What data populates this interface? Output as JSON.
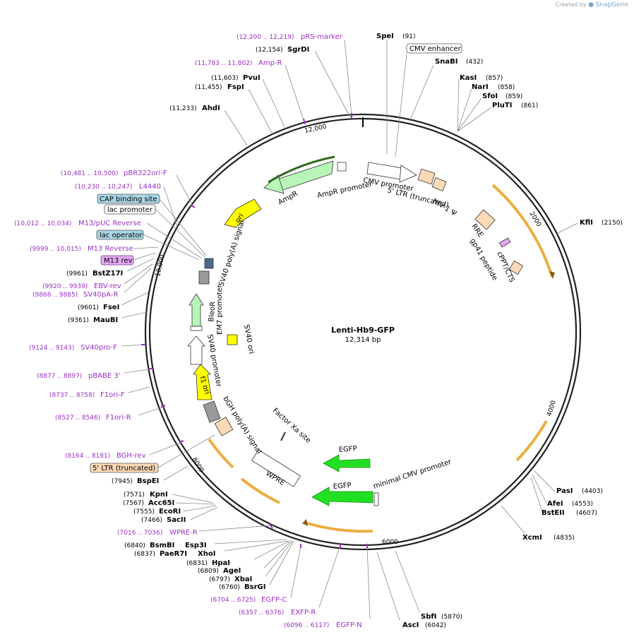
{
  "credit": {
    "prefix": "Created by",
    "brand": "SnapGene"
  },
  "map": {
    "name": "Lenti-Hb9-GFP",
    "length": "12,314 bp",
    "total_bp": 12314
  },
  "ticks": [
    "2000",
    "4000",
    "6000",
    "8000",
    "10,000",
    "12,000"
  ],
  "enzymes_right": [
    {
      "name": "SpeI",
      "pos": "(91)"
    },
    {
      "name": "SnaBI",
      "pos": "(432)"
    },
    {
      "name": "KasI",
      "pos": "(857)"
    },
    {
      "name": "NarI",
      "pos": "(858)"
    },
    {
      "name": "SfoI",
      "pos": "(859)"
    },
    {
      "name": "PluTI",
      "pos": "(861)"
    },
    {
      "name": "KflI",
      "pos": "(2150)"
    },
    {
      "name": "PasI",
      "pos": "(4403)"
    },
    {
      "name": "AfeI",
      "pos": "(4553)"
    },
    {
      "name": "BstEII",
      "pos": "(4607)"
    },
    {
      "name": "XcmI",
      "pos": "(4835)"
    },
    {
      "name": "SbfI",
      "pos": "(5870)"
    },
    {
      "name": "AscI",
      "pos": "(6042)"
    }
  ],
  "enzymes_left": [
    {
      "name": "SgrDI",
      "pos": "(12,154)"
    },
    {
      "name": "PvuI",
      "pos": "(11,603)"
    },
    {
      "name": "FspI",
      "pos": "(11,455)"
    },
    {
      "name": "AhdI",
      "pos": "(11,233)"
    },
    {
      "name": "BstZ17I",
      "pos": "(9961)"
    },
    {
      "name": "FseI",
      "pos": "(9601)"
    },
    {
      "name": "MauBI",
      "pos": "(9361)"
    },
    {
      "name": "BspEI",
      "pos": "(7945)"
    },
    {
      "name": "KpnI",
      "pos": "(7571)"
    },
    {
      "name": "Acc65I",
      "pos": "(7567)"
    },
    {
      "name": "EcoRI",
      "pos": "(7555)"
    },
    {
      "name": "SacII",
      "pos": "(7466)"
    },
    {
      "name": "BsmBI",
      "pos": "(6840)"
    },
    {
      "name": "Esp3I",
      "pos": ""
    },
    {
      "name": "PaeR7I",
      "pos": "(6837)"
    },
    {
      "name": "XhoI",
      "pos": ""
    },
    {
      "name": "HpaI",
      "pos": "(6831)"
    },
    {
      "name": "AgeI",
      "pos": "(6809)"
    },
    {
      "name": "XbaI",
      "pos": "(6797)"
    },
    {
      "name": "BsrGI",
      "pos": "(6760)"
    }
  ],
  "primers": [
    {
      "name": "pRS-marker",
      "range": "(12,200 .. 12,219)"
    },
    {
      "name": "Amp-R",
      "range": "(11,783 .. 11,802)"
    },
    {
      "name": "pBR322ori-F",
      "range": "(10,481 .. 10,500)"
    },
    {
      "name": "L4440",
      "range": "(10,230 .. 10,247)"
    },
    {
      "name": "M13/pUC Reverse",
      "range": "(10,012 .. 10,034)"
    },
    {
      "name": "M13 Reverse",
      "range": "(9999 .. 10,015)"
    },
    {
      "name": "EBV-rev",
      "range": "(9920 .. 9939)"
    },
    {
      "name": "SV40pA-R",
      "range": "(9866 .. 9885)"
    },
    {
      "name": "SV40pro-F",
      "range": "(9124 .. 9143)"
    },
    {
      "name": "pBABE 3'",
      "range": "(8877 .. 8897)"
    },
    {
      "name": "F1ori-F",
      "range": "(8737 .. 8758)"
    },
    {
      "name": "F1ori-R",
      "range": "(8527 .. 8546)"
    },
    {
      "name": "BGH-rev",
      "range": "(8164 .. 8181)"
    },
    {
      "name": "WPRE-R",
      "range": "(7016 .. 7036)"
    },
    {
      "name": "EGFP-C",
      "range": "(6704 .. 6725)"
    },
    {
      "name": "EXFP-R",
      "range": "(6357 .. 6376)"
    },
    {
      "name": "EGFP-N",
      "range": "(6096 .. 6117)"
    }
  ],
  "boxed_labels": [
    {
      "text": "CMV enhancer",
      "fill": "#ffffff",
      "stroke": "#555555"
    },
    {
      "text": "CAP binding site",
      "fill": "#a9d6e5",
      "stroke": "#555555"
    },
    {
      "text": "lac promoter",
      "fill": "#ffffff",
      "stroke": "#555555"
    },
    {
      "text": "lac operator",
      "fill": "#a9d6e5",
      "stroke": "#555555"
    },
    {
      "text": "M13 rev",
      "fill": "#e3a8ef",
      "stroke": "#7a3a8a"
    },
    {
      "text": "5' LTR (truncated)",
      "fill": "#fcd9b6",
      "stroke": "#555555"
    }
  ],
  "feature_labels": [
    "AmpR",
    "AmpR promoter",
    "CMV promoter",
    "5' LTR (truncated)",
    "HIV-1 Ψ",
    "RRE",
    "gp41 peptide",
    "cPPT/CTS",
    "ori",
    "SV40 poly(A) signal",
    "BleoR",
    "EM7 promoter",
    "SV40 promoter",
    "SV40 ori",
    "f1 ori",
    "bGH poly(A) signal",
    "Factor Xa site",
    "WPRE",
    "EGFP",
    "EGFP",
    "minimal CMV promoter"
  ],
  "colors": {
    "backbone": "#222222",
    "primer": "#9b30c8",
    "egfp": "#21e021",
    "ampr": "#b8f5b8",
    "ori": "#ffff00",
    "ltr": "#fcd9b6",
    "orange_arrow": "#e8a020",
    "polyA": "#999999"
  }
}
